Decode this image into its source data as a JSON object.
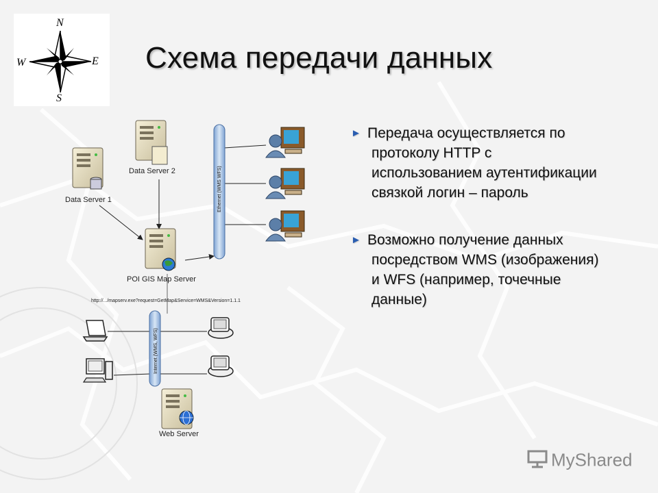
{
  "slide": {
    "title": "Схема передачи данных",
    "bullets": [
      {
        "lines": [
          "Передача осуществляется по",
          "протоколу HTTP с",
          "использованием аутентификации",
          "связкой логин – пароль"
        ]
      },
      {
        "lines": [
          "Возможно получение данных",
          "посредством WMS (изображения)",
          "и WFS (например, точечные",
          "данные)"
        ]
      }
    ],
    "bullet_symbol": "►",
    "compass": {
      "n": "N",
      "s": "S",
      "e": "E",
      "w": "W"
    }
  },
  "diagram": {
    "data_server_1": "Data Server 1",
    "data_server_2": "Data Server 2",
    "map_server": "POI GIS Map Server",
    "web_server": "Web Server",
    "bus_top": "Ethernet (WMS WFS)",
    "bus_bottom": "Internet (WMS, WFS)",
    "request_url": "http://.../mapserv.exe?request=GetMap&Service=WMS&Version=1.1.1"
  },
  "watermark": "MyShared",
  "colors": {
    "bullet_arrow": "#2a5db0",
    "bus_fill": "#a9c4e4",
    "bus_stroke": "#4a6fa3",
    "line": "#333333"
  }
}
